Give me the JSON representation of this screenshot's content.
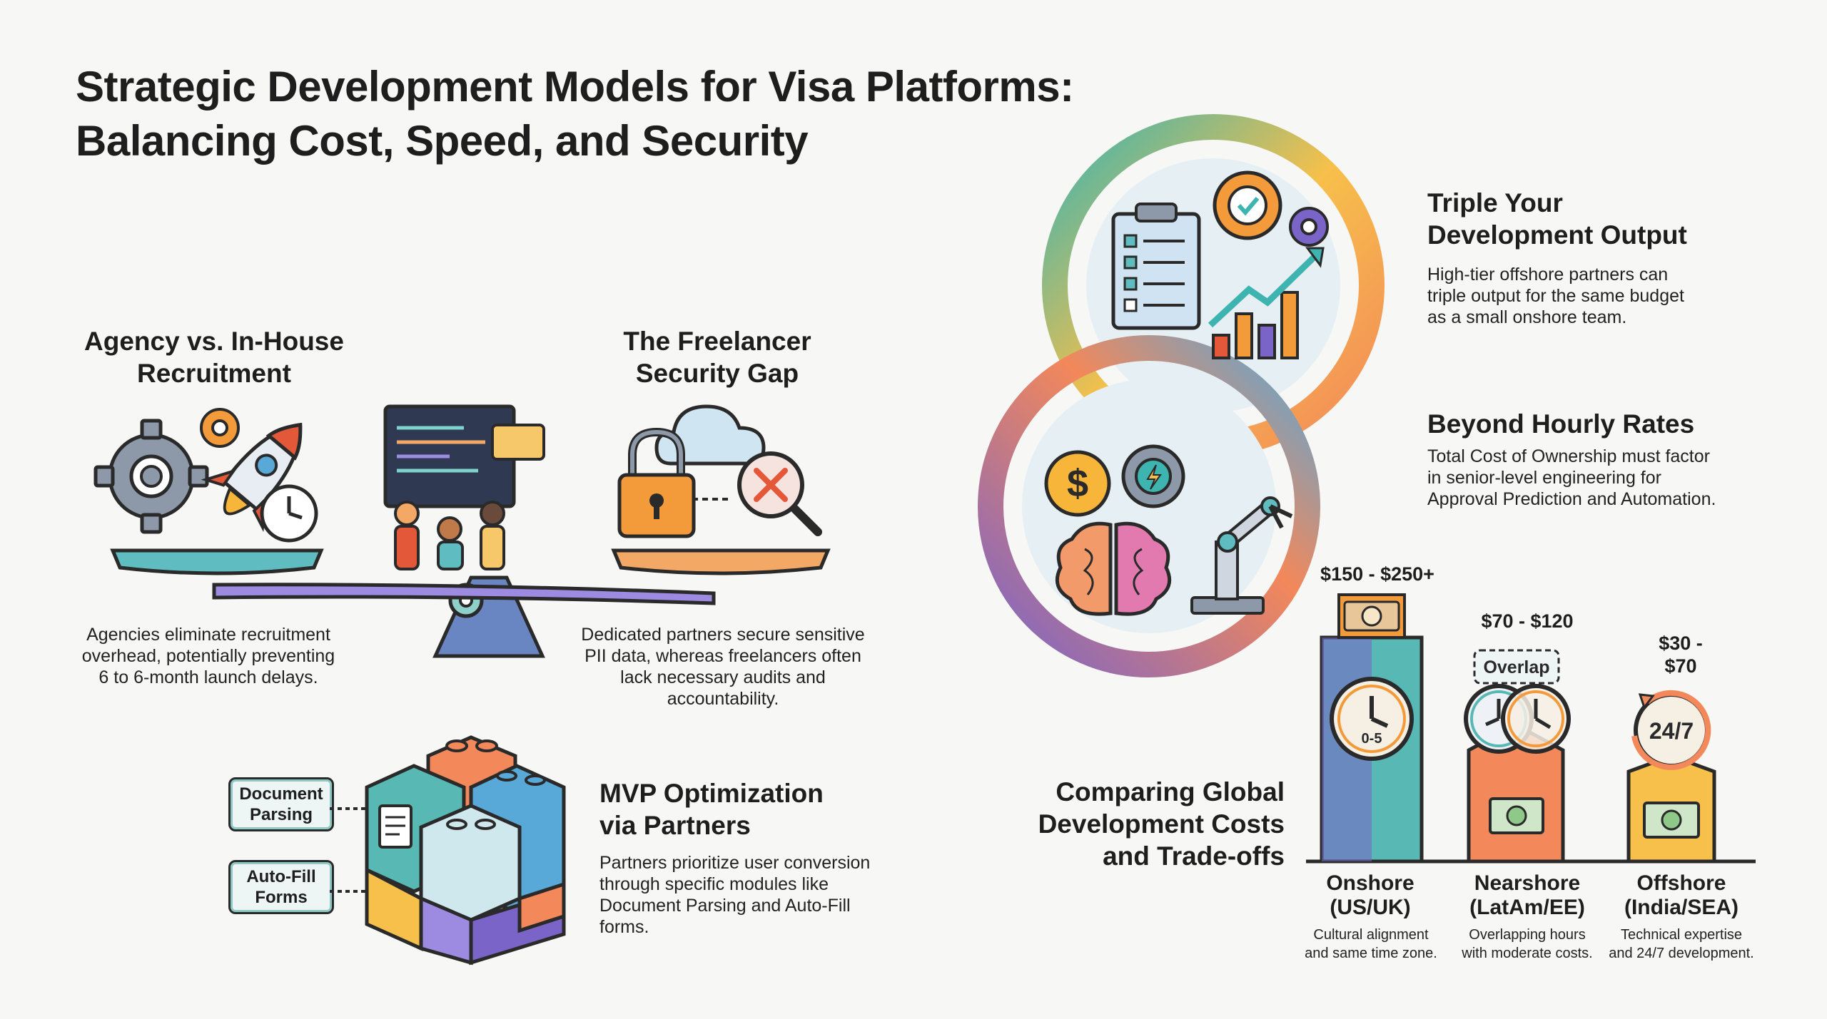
{
  "title": {
    "line1": "Strategic Development Models for Visa Platforms:",
    "line2": "Balancing Cost, Speed, and Security"
  },
  "agency": {
    "heading_line1": "Agency vs. In-House",
    "heading_line2": "Recruitment",
    "body": [
      "Agencies eliminate recruitment",
      "overhead, potentially preventing",
      "6 to 6-month launch delays."
    ]
  },
  "freelancer": {
    "heading_line1": "The Freelancer",
    "heading_line2": "Security Gap",
    "body": [
      "Dedicated partners secure sensitive",
      "PII data, whereas freelancers often",
      "lack necessary audits and",
      "accountability."
    ]
  },
  "mvp": {
    "heading_line1": "MVP Optimization",
    "heading_line2": "via Partners",
    "body": [
      "Partners prioritize user conversion",
      "through specific modules like",
      "Document Parsing and Auto-Fill",
      "forms."
    ],
    "tag1_line1": "Document",
    "tag1_line2": "Parsing",
    "tag2_line1": "Auto-Fill",
    "tag2_line2": "Forms"
  },
  "triple": {
    "heading_line1": "Triple Your",
    "heading_line2": "Development Output",
    "body": [
      "High-tier offshore partners can",
      "triple output for the same budget",
      "as a small onshore team."
    ]
  },
  "beyond": {
    "heading": "Beyond Hourly Rates",
    "body": [
      "Total Cost of Ownership must factor",
      "in senior-level engineering for",
      "Approval Prediction and Automation."
    ]
  },
  "costs": {
    "heading": [
      "Comparing Global",
      "Development Costs",
      "and Trade-offs"
    ],
    "columns": [
      {
        "price": "$150 - $250+",
        "name_line1": "Onshore",
        "name_line2": "(US/UK)",
        "desc_line1": "Cultural alignment",
        "desc_line2": "and same time zone.",
        "clock_label": "0-5"
      },
      {
        "price": "$70 - $120",
        "name_line1": "Nearshore",
        "name_line2": "(LatAm/EE)",
        "desc_line1": "Overlapping hours",
        "desc_line2": "with moderate costs.",
        "overlap_label": "Overlap"
      },
      {
        "price_line1": "$30 -",
        "price_line2": "$70",
        "name_line1": "Offshore",
        "name_line2": "(India/SEA)",
        "desc_line1": "Technical expertise",
        "desc_line2": "and 24/7 development.",
        "clock_label": "24/7"
      }
    ]
  },
  "icons": {
    "currency_symbol": "$"
  },
  "colors": {
    "teal": "#3db4b0",
    "orange": "#f39a3a",
    "purple": "#7a64c8",
    "blue": "#58a8d8",
    "ink": "#1e1e1e"
  }
}
